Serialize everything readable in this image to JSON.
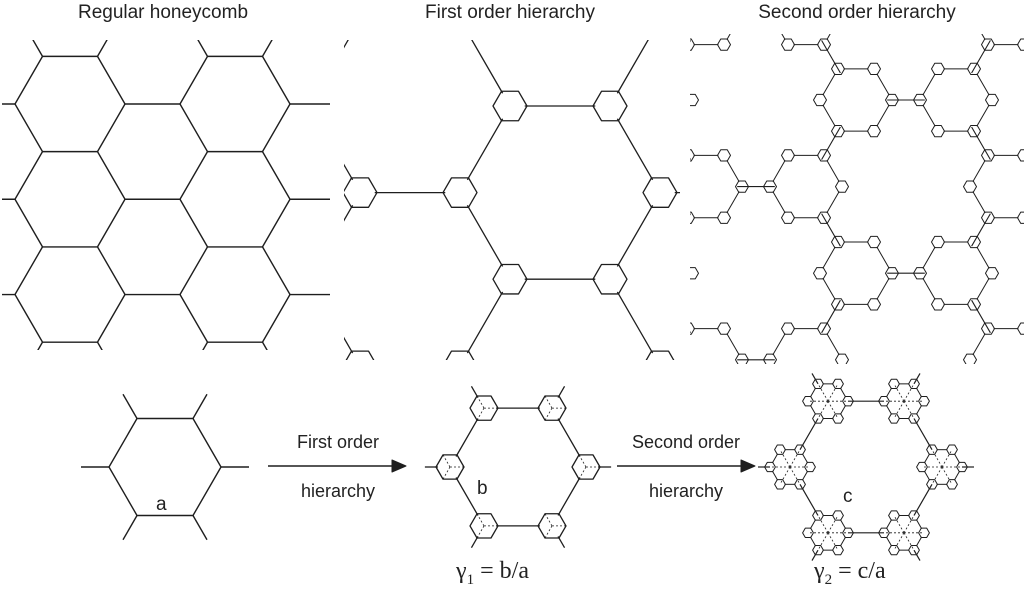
{
  "titles": {
    "regular": "Regular honeycomb",
    "first": "First order hierarchy",
    "second": "Second order hierarchy"
  },
  "arrows": {
    "first_line1": "First order",
    "first_line2": "hierarchy",
    "second_line1": "Second order",
    "second_line2": "hierarchy"
  },
  "labels": {
    "a": "a",
    "b": "b",
    "c": "c"
  },
  "equations": {
    "gamma1_sub": "1",
    "gamma1_rhs": " = b/a",
    "gamma2_sub": "2",
    "gamma2_rhs": " = c/a",
    "gamma_symbol": "γ"
  },
  "colors": {
    "line": "#1e1e1e",
    "dash": "#d46a6a"
  }
}
